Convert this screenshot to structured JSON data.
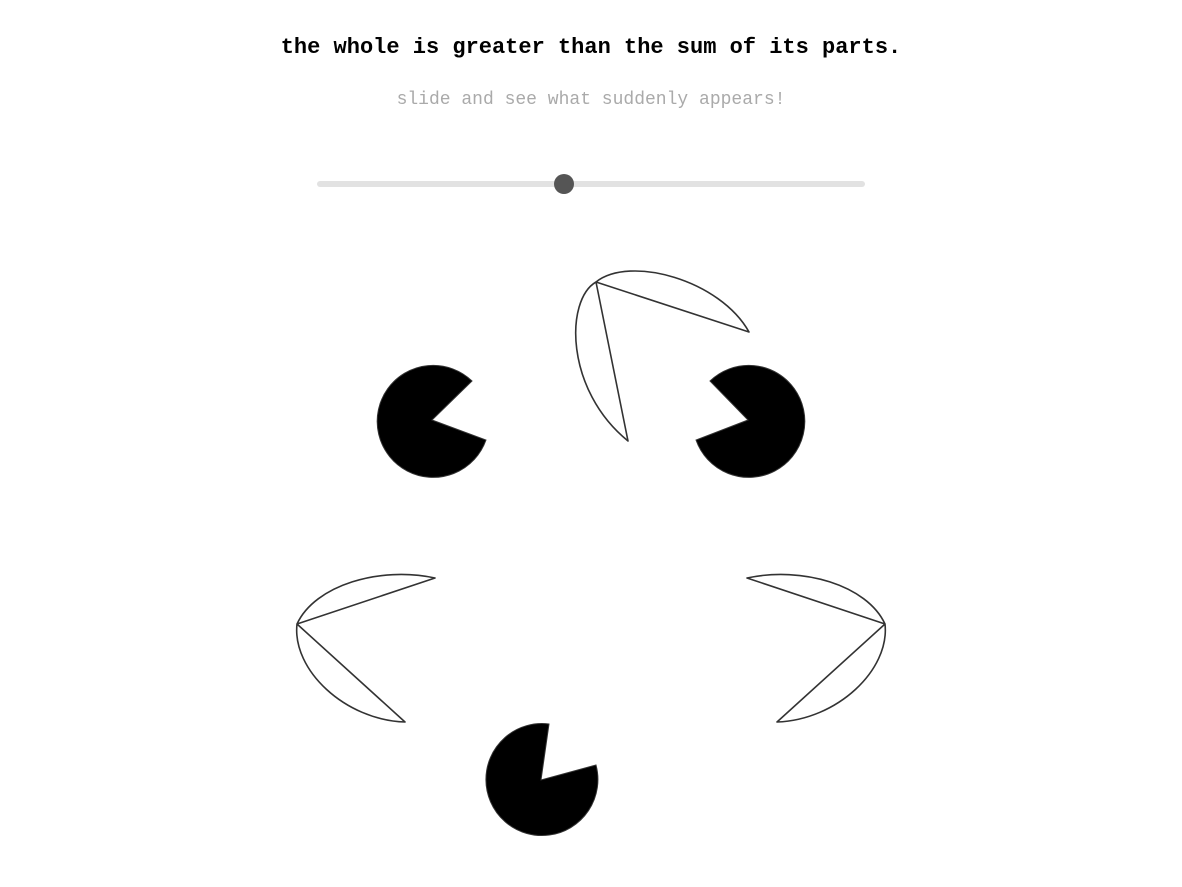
{
  "header": {
    "title": "the whole is greater than the sum of its parts.",
    "subtitle": "slide and see what suddenly appears!"
  },
  "slider": {
    "value": 0.45
  },
  "colors": {
    "inducer_fill": "#000000",
    "wedge_stroke": "#333333",
    "slider_track": "#e2e2e2",
    "slider_thumb": "#555555",
    "subtitle_text": "#aaaaaa"
  }
}
